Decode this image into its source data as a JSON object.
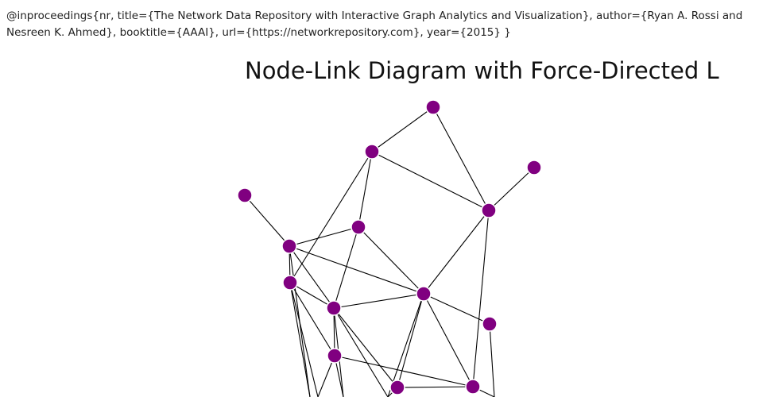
{
  "citation": "@inproceedings{nr, title={The Network Data Repository with Interactive Graph Analytics and Visualization}, author={Ryan A. Rossi and Nesreen K. Ahmed}, booktitle={AAAI}, url={https://networkrepository.com}, year={2015} }",
  "title": "Node-Link Diagram with Force-Directed Layout",
  "colors": {
    "node": "#800080",
    "edge": "#000000"
  },
  "graph": {
    "nodes": [
      "n1",
      "n2",
      "n3",
      "n4",
      "n5",
      "n6",
      "n7",
      "n8",
      "n9",
      "n10",
      "n11",
      "n12",
      "n13",
      "n14",
      "n15",
      "n16",
      "n17",
      "n18",
      "n19"
    ],
    "edges": [
      [
        "n1",
        "n2"
      ],
      [
        "n1",
        "n5"
      ],
      [
        "n2",
        "n5"
      ],
      [
        "n3",
        "n5"
      ],
      [
        "n2",
        "n6"
      ],
      [
        "n2",
        "n8"
      ],
      [
        "n4",
        "n7"
      ],
      [
        "n7",
        "n6"
      ],
      [
        "n7",
        "n9"
      ],
      [
        "n7",
        "n10"
      ],
      [
        "n7",
        "n8"
      ],
      [
        "n8",
        "n9"
      ],
      [
        "n8",
        "n12"
      ],
      [
        "n6",
        "n9"
      ],
      [
        "n6",
        "n10"
      ],
      [
        "n5",
        "n10"
      ],
      [
        "n5",
        "n14"
      ],
      [
        "n10",
        "n9"
      ],
      [
        "n10",
        "n11"
      ],
      [
        "n10",
        "n13"
      ],
      [
        "n10",
        "n14"
      ],
      [
        "n9",
        "n12"
      ],
      [
        "n9",
        "n13"
      ],
      [
        "n12",
        "n14"
      ],
      [
        "n13",
        "n14"
      ],
      [
        "n11",
        "n19"
      ],
      [
        "n7",
        "n15"
      ],
      [
        "n8",
        "n15"
      ],
      [
        "n8",
        "n16"
      ],
      [
        "n12",
        "n16"
      ],
      [
        "n12",
        "n17"
      ],
      [
        "n9",
        "n17"
      ],
      [
        "n10",
        "n18"
      ],
      [
        "n13",
        "n18"
      ],
      [
        "n14",
        "n19"
      ],
      [
        "n9",
        "n18"
      ]
    ]
  }
}
